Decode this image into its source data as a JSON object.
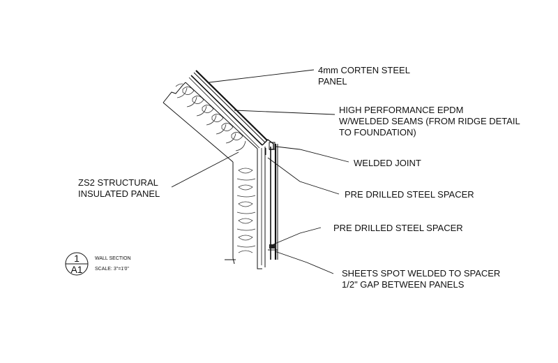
{
  "labels": {
    "corten": [
      "4mm  CORTEN STEEL",
      "PANEL"
    ],
    "epdm": [
      "HIGH PERFORMANCE EPDM",
      "W/WELDED SEAMS (FROM RIDGE DETAIL",
      "TO FOUNDATION)"
    ],
    "welded_joint": [
      "WELDED JOINT"
    ],
    "spacer_upper": [
      "PRE DRILLED STEEL SPACER"
    ],
    "sip": [
      "ZS2 STRUCTURAL",
      "INSULATED PANEL"
    ],
    "spacer_lower": [
      "PRE DRILLED STEEL SPACER"
    ],
    "spot_weld": [
      "SHEETS SPOT WELDED TO SPACER",
      "1/2\" GAP BETWEEN PANELS"
    ]
  },
  "section_tag": {
    "number": "1",
    "sheet": "A1",
    "title": "WALL SECTION",
    "scale": "SCALE: 3\"=1'0\""
  }
}
